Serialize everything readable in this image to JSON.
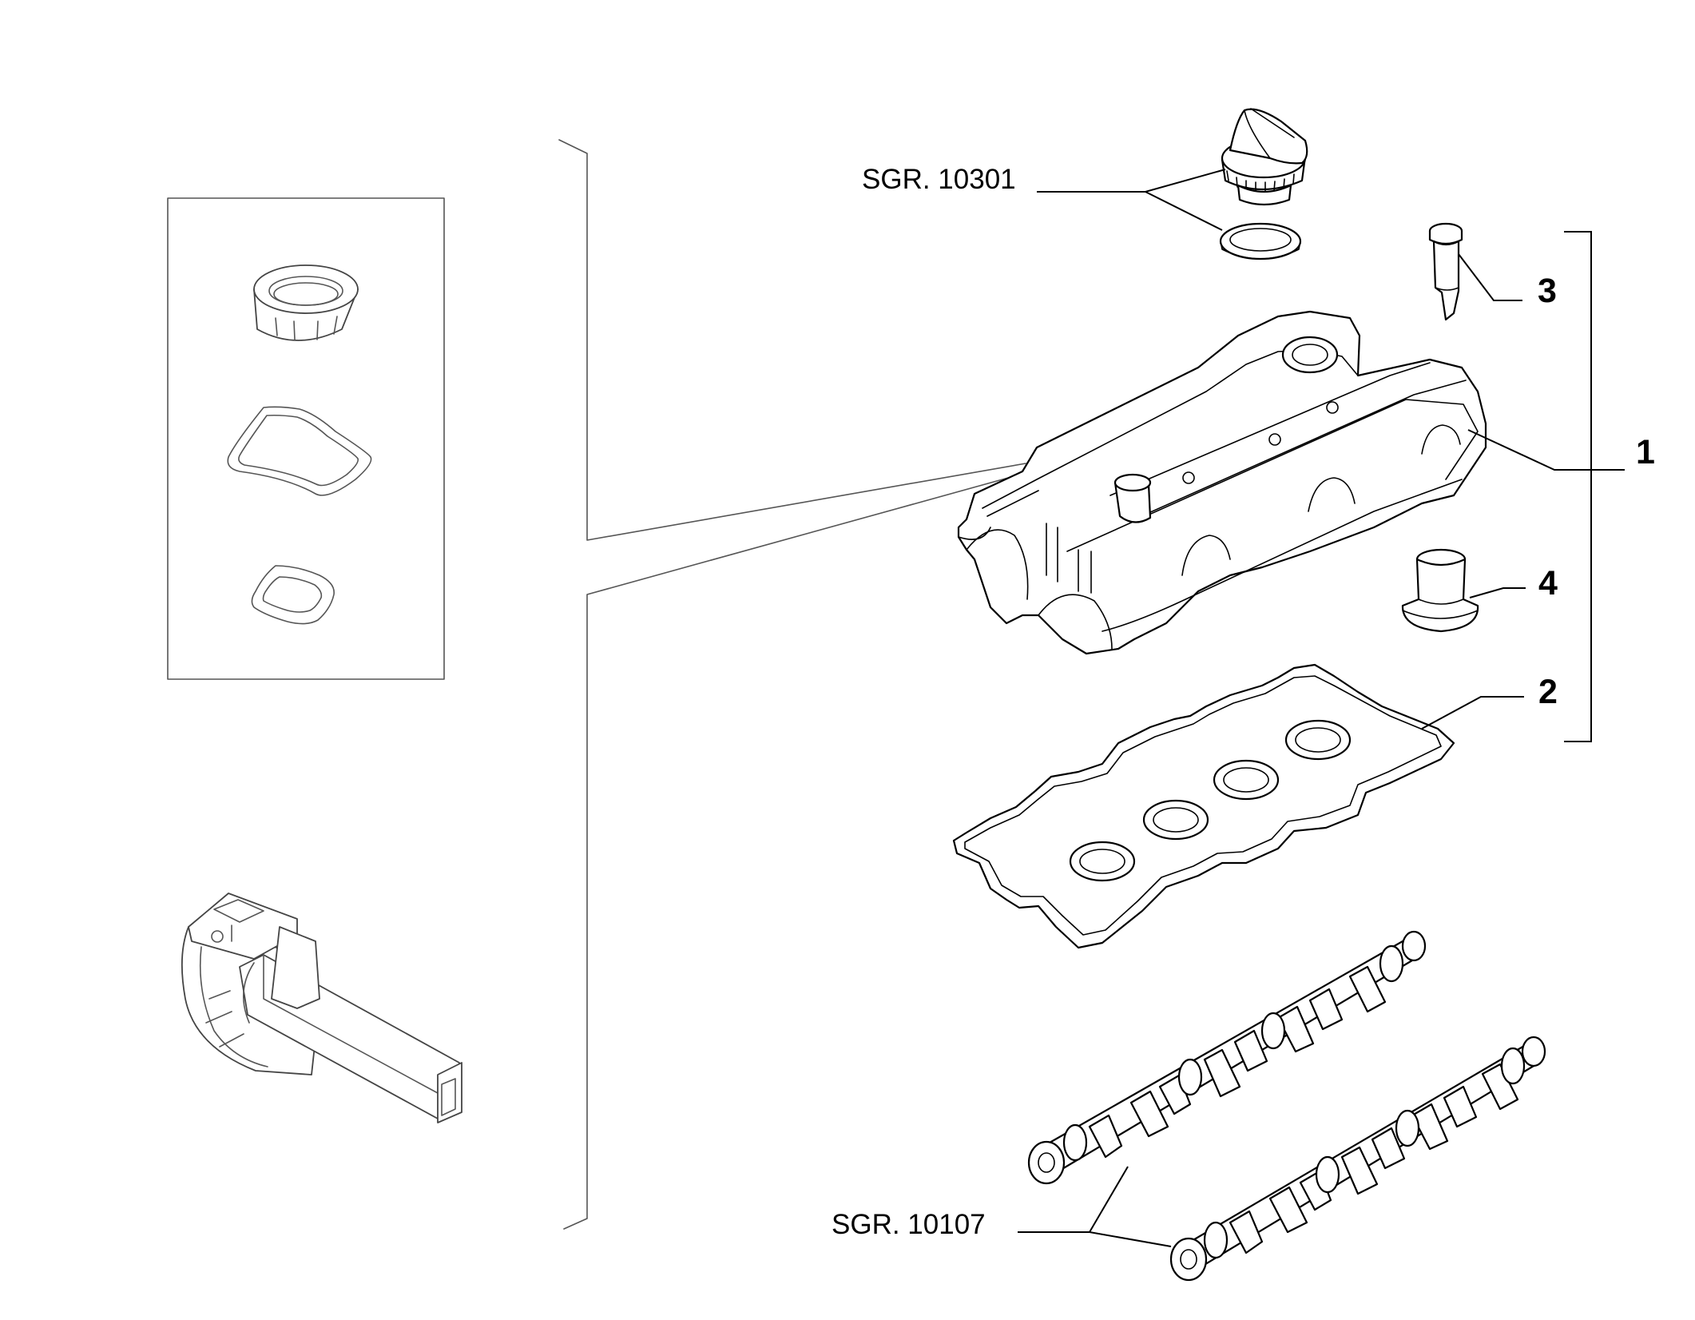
{
  "references": {
    "oil_cap": "SGR. 10301",
    "camshafts": "SGR. 10107"
  },
  "callouts": {
    "cylinder_head_cover": "1",
    "cover_gasket": "2",
    "locating_pin": "3",
    "bushing": "4"
  }
}
